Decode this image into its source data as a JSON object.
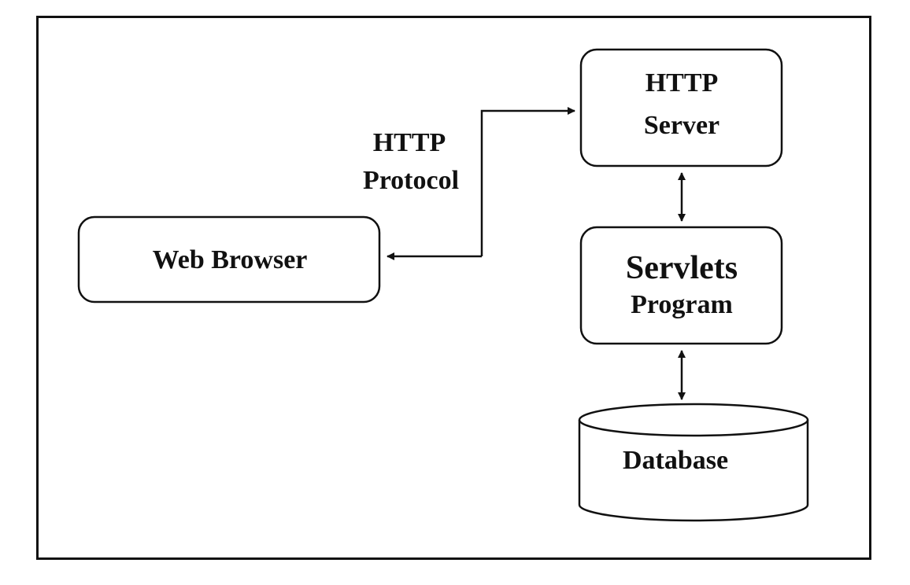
{
  "nodes": {
    "web_browser": "Web Browser",
    "http_server": {
      "line1": "HTTP",
      "line2": "Server"
    },
    "servlets_program": {
      "line1": "Servlets",
      "line2": "Program"
    },
    "database": "Database"
  },
  "connection_label": {
    "line1": "HTTP",
    "line2": "Protocol"
  },
  "colors": {
    "stroke": "#111111",
    "background": "#ffffff"
  }
}
